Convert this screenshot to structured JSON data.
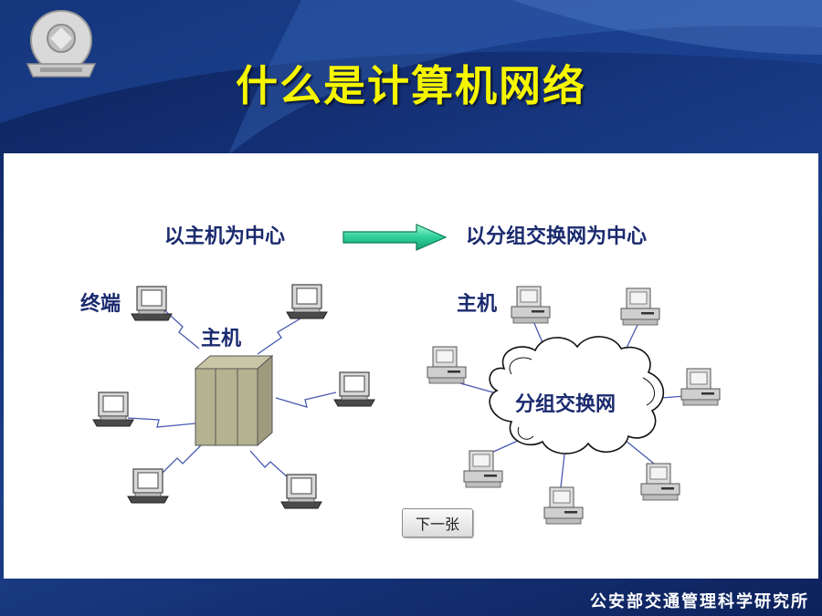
{
  "slide": {
    "title": "什么是计算机网络",
    "footer": "公安部交通管理科学研究所"
  },
  "diagram": {
    "left_heading": "以主机为中心",
    "right_heading": "以分组交换网为中心",
    "terminal_label": "终端",
    "host_label_left": "主机",
    "host_label_right": "主机",
    "cloud_label": "分组交换网"
  },
  "buttons": {
    "next_label": "下一张"
  },
  "colors": {
    "title": "#f5f500",
    "label": "#1a2a6e",
    "arrow": "#2ecf9a",
    "background": "#16357e"
  }
}
